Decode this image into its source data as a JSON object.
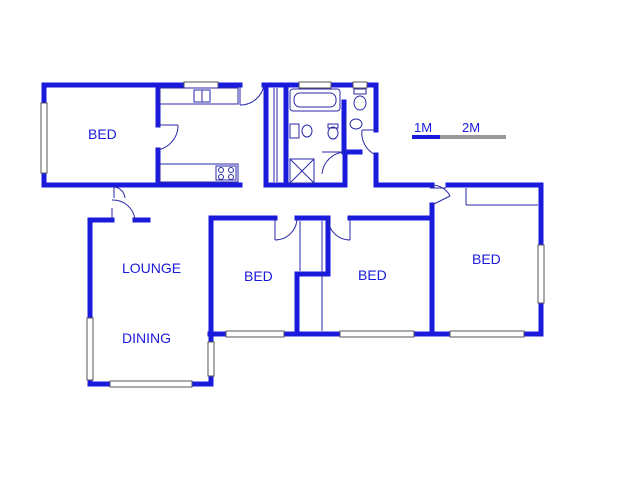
{
  "rooms": {
    "bed_1": "BED",
    "bed_2": "BED",
    "bed_3": "BED",
    "bed_4": "BED",
    "lounge": "LOUNGE",
    "dining": "DINING"
  },
  "scale": {
    "label_1": "1M",
    "label_2": "2M"
  },
  "colors": {
    "wall": "#1a1adc",
    "fixture": "#2a2aa8",
    "scale_dark": "#1a1adc",
    "scale_light": "#999999"
  }
}
